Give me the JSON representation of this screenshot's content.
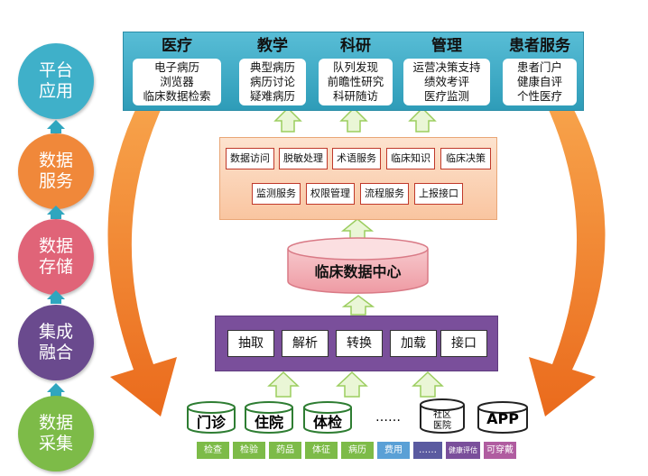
{
  "stages": [
    {
      "label": "平台应用",
      "color": "#3fb0c9"
    },
    {
      "label": "数据服务",
      "color": "#f0883a"
    },
    {
      "label": "数据存储",
      "color": "#e06478"
    },
    {
      "label": "集成融合",
      "color": "#6a4a8e"
    },
    {
      "label": "数据采集",
      "color": "#7dbb48"
    }
  ],
  "platform": [
    {
      "title": "医疗",
      "items": [
        "电子病历",
        "浏览器",
        "临床数据检索"
      ]
    },
    {
      "title": "教学",
      "items": [
        "典型病历",
        "病历讨论",
        "疑难病历"
      ]
    },
    {
      "title": "科研",
      "items": [
        "队列发现",
        "前瞻性研究",
        "科研随访"
      ]
    },
    {
      "title": "管理",
      "items": [
        "运营决策支持",
        "绩效考评",
        "医疗监测"
      ]
    },
    {
      "title": "患者服务",
      "items": [
        "患者门户",
        "健康自评",
        "个性医疗"
      ]
    }
  ],
  "services": {
    "row1": [
      "数据访问",
      "脱敏处理",
      "术语服务",
      "临床知识",
      "临床决策"
    ],
    "row2": [
      "监测服务",
      "权限管理",
      "流程服务",
      "上报接口"
    ]
  },
  "center": {
    "label": "临床数据中心"
  },
  "integration": [
    "抽取",
    "解析",
    "转换",
    "加载",
    "接口"
  ],
  "sources": {
    "items": [
      "门诊",
      "住院",
      "体检"
    ],
    "ellipsis": "……",
    "community_line1": "社区",
    "community_line2": "医院",
    "app": "APP"
  },
  "tags": [
    {
      "label": "检查",
      "color": "#7dbb48"
    },
    {
      "label": "检验",
      "color": "#7dbb48"
    },
    {
      "label": "药品",
      "color": "#7dbb48"
    },
    {
      "label": "体征",
      "color": "#7dbb48"
    },
    {
      "label": "病历",
      "color": "#7dbb48"
    },
    {
      "label": "费用",
      "color": "#5aa0d6"
    },
    {
      "label": "……",
      "color": "#5a5aa0"
    },
    {
      "label": "健康评估",
      "color": "#7a4f9b"
    },
    {
      "label": "可穿戴",
      "color": "#b05ca0"
    }
  ]
}
